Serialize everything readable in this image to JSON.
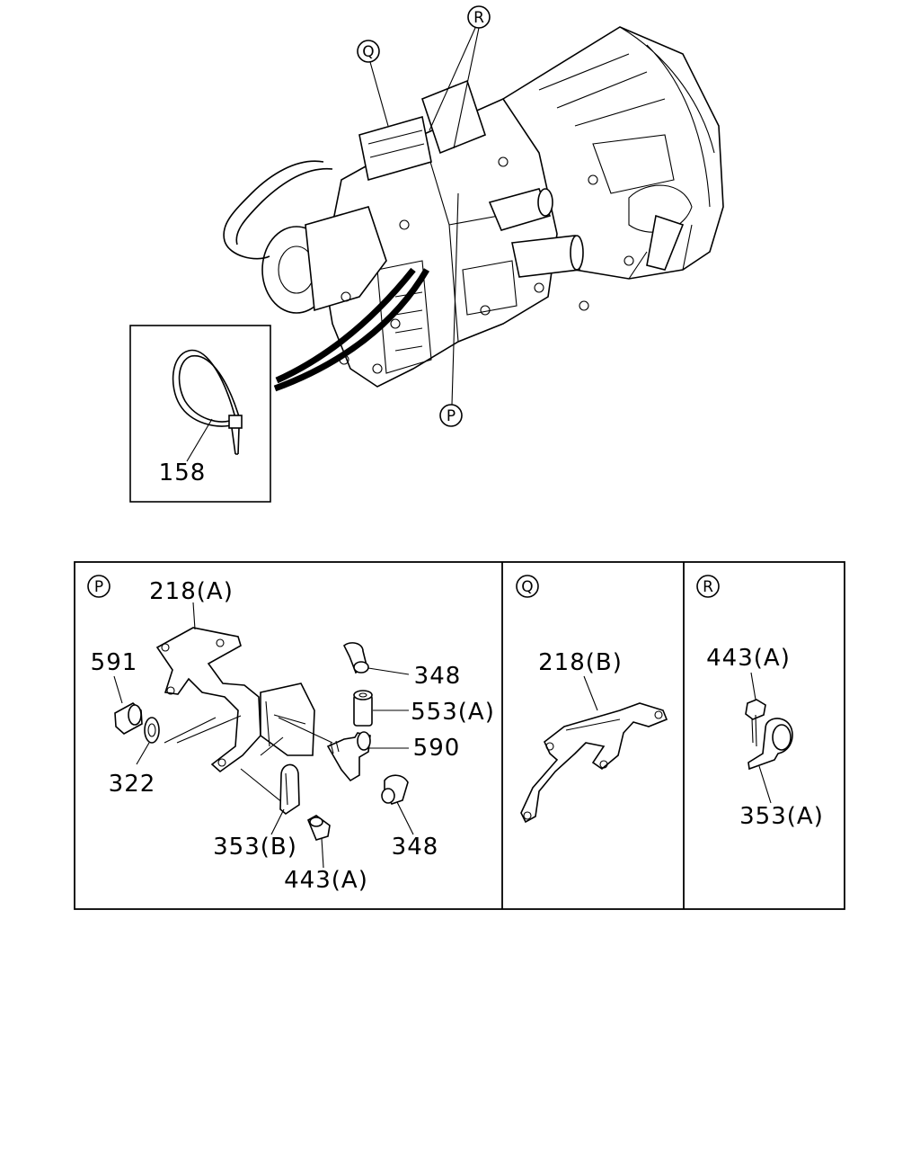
{
  "main_view": {
    "callouts": {
      "q": "Q",
      "r": "R",
      "p": "P"
    },
    "inset_part": "158"
  },
  "panels": {
    "p": {
      "marker": "P",
      "parts": {
        "p218a": "218(A)",
        "p591": "591",
        "p322": "322",
        "p348_top": "348",
        "p553a": "553(A)",
        "p590": "590",
        "p353b": "353(B)",
        "p443a": "443(A)",
        "p348_bottom": "348"
      }
    },
    "q": {
      "marker": "Q",
      "parts": {
        "p218b": "218(B)"
      }
    },
    "r": {
      "marker": "R",
      "parts": {
        "p443a": "443(A)",
        "p353a": "353(A)"
      }
    }
  }
}
